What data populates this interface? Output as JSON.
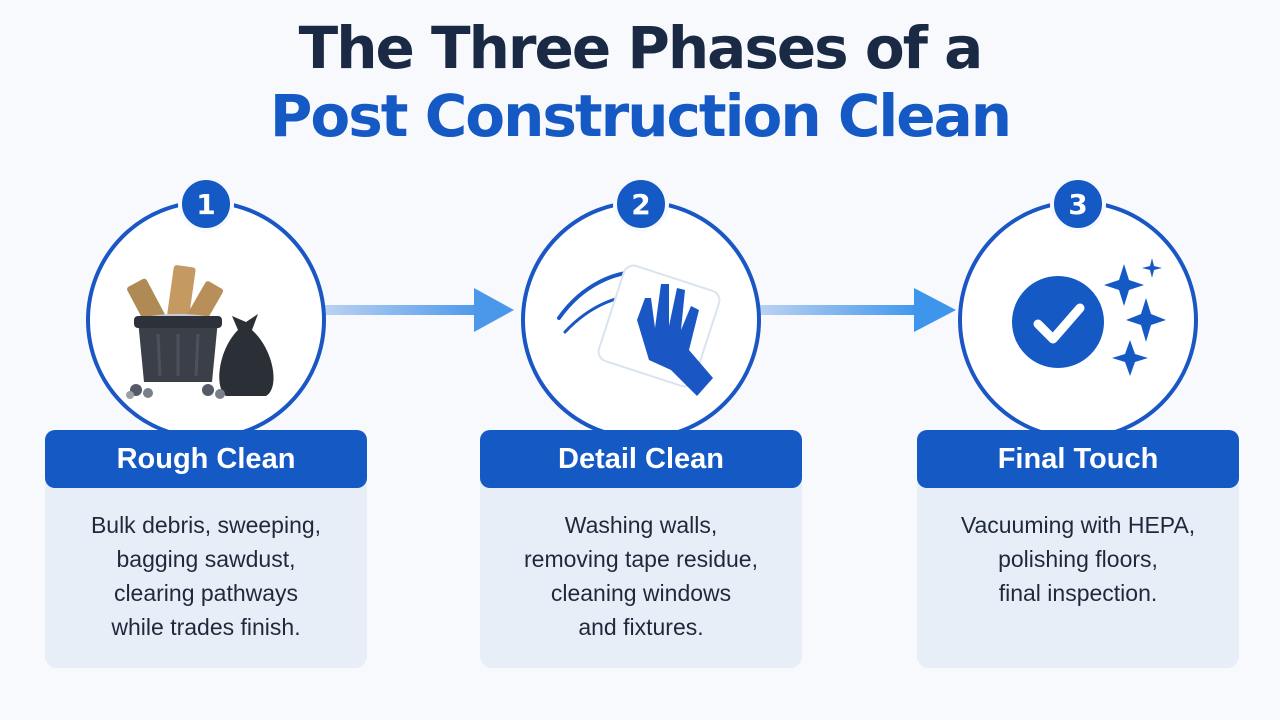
{
  "title": {
    "line1": "The Three Phases of a",
    "line2": "Post Construction Clean"
  },
  "phases": [
    {
      "number": "1",
      "heading": "Rough Clean",
      "description": "Bulk debris, sweeping,\nbagging sawdust,\nclearing pathways\nwhile trades finish.",
      "icon": "trash-bin-debris-icon"
    },
    {
      "number": "2",
      "heading": "Detail Clean",
      "description": "Washing walls,\nremoving tape residue,\ncleaning windows\nand fixtures.",
      "icon": "gloved-hand-wipe-icon"
    },
    {
      "number": "3",
      "heading": "Final Touch",
      "description": "Vacuuming with HEPA,\npolishing floors,\nfinal inspection.",
      "icon": "checkmark-sparkle-icon"
    }
  ],
  "colors": {
    "primary": "#1559c4",
    "title_dark": "#1b2a44",
    "card_bg": "#e8eef7",
    "background": "#f7f9fc"
  }
}
